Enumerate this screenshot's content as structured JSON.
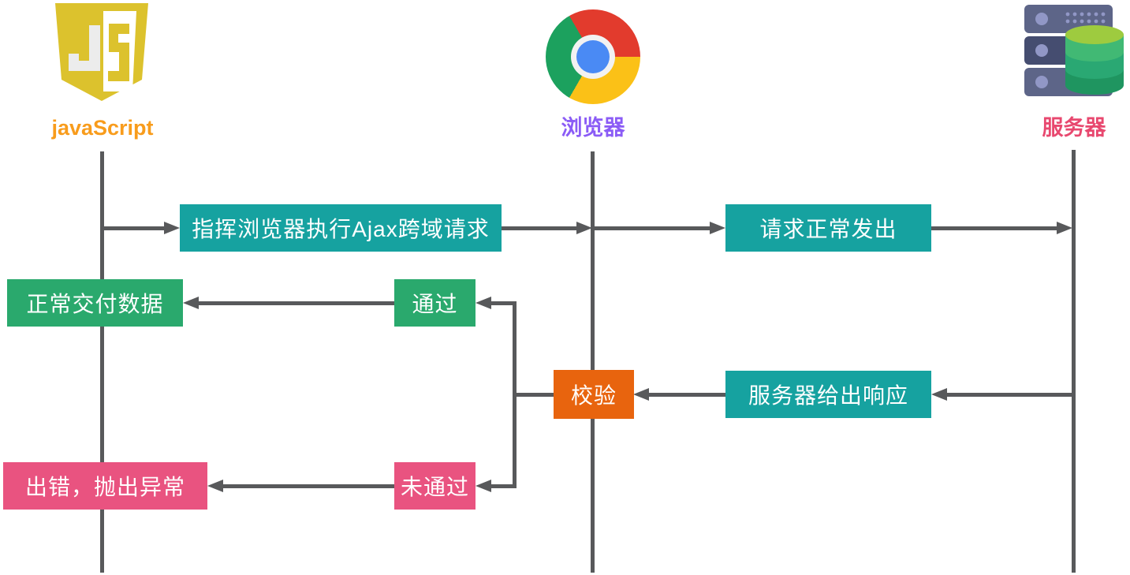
{
  "actors": [
    {
      "id": "javascript",
      "label": "javaScript",
      "label_color": "#f89c1c",
      "icon": "js-logo"
    },
    {
      "id": "browser",
      "label": "浏览器",
      "label_color": "#8b5cf6",
      "icon": "chrome-logo"
    },
    {
      "id": "server",
      "label": "服务器",
      "label_color": "#e8486f",
      "icon": "server-database-stack"
    }
  ],
  "nodes": {
    "command": {
      "label": "指挥浏览器执行Ajax跨域请求",
      "color": "#16a2a0"
    },
    "request_sent": {
      "label": "请求正常发出",
      "color": "#16a2a0"
    },
    "server_response": {
      "label": "服务器给出响应",
      "color": "#16a2a0"
    },
    "check": {
      "label": "校验",
      "color": "#e8640e"
    },
    "pass": {
      "label": "通过",
      "color": "#2aa96d"
    },
    "deliver": {
      "label": "正常交付数据",
      "color": "#2aa96d"
    },
    "fail": {
      "label": "未通过",
      "color": "#e95380"
    },
    "error": {
      "label": "出错，抛出异常",
      "color": "#e95380"
    }
  },
  "style": {
    "line_color": "#58595b",
    "js_badge_gold": "#dcc22d",
    "chrome_red": "#e23b2d",
    "chrome_yellow": "#fbc117",
    "chrome_green": "#1ca15e",
    "chrome_blue": "#4a8af4",
    "server_slab": "#5d6588",
    "server_slab_dark": "#454d70",
    "database_green": "#41b974"
  }
}
